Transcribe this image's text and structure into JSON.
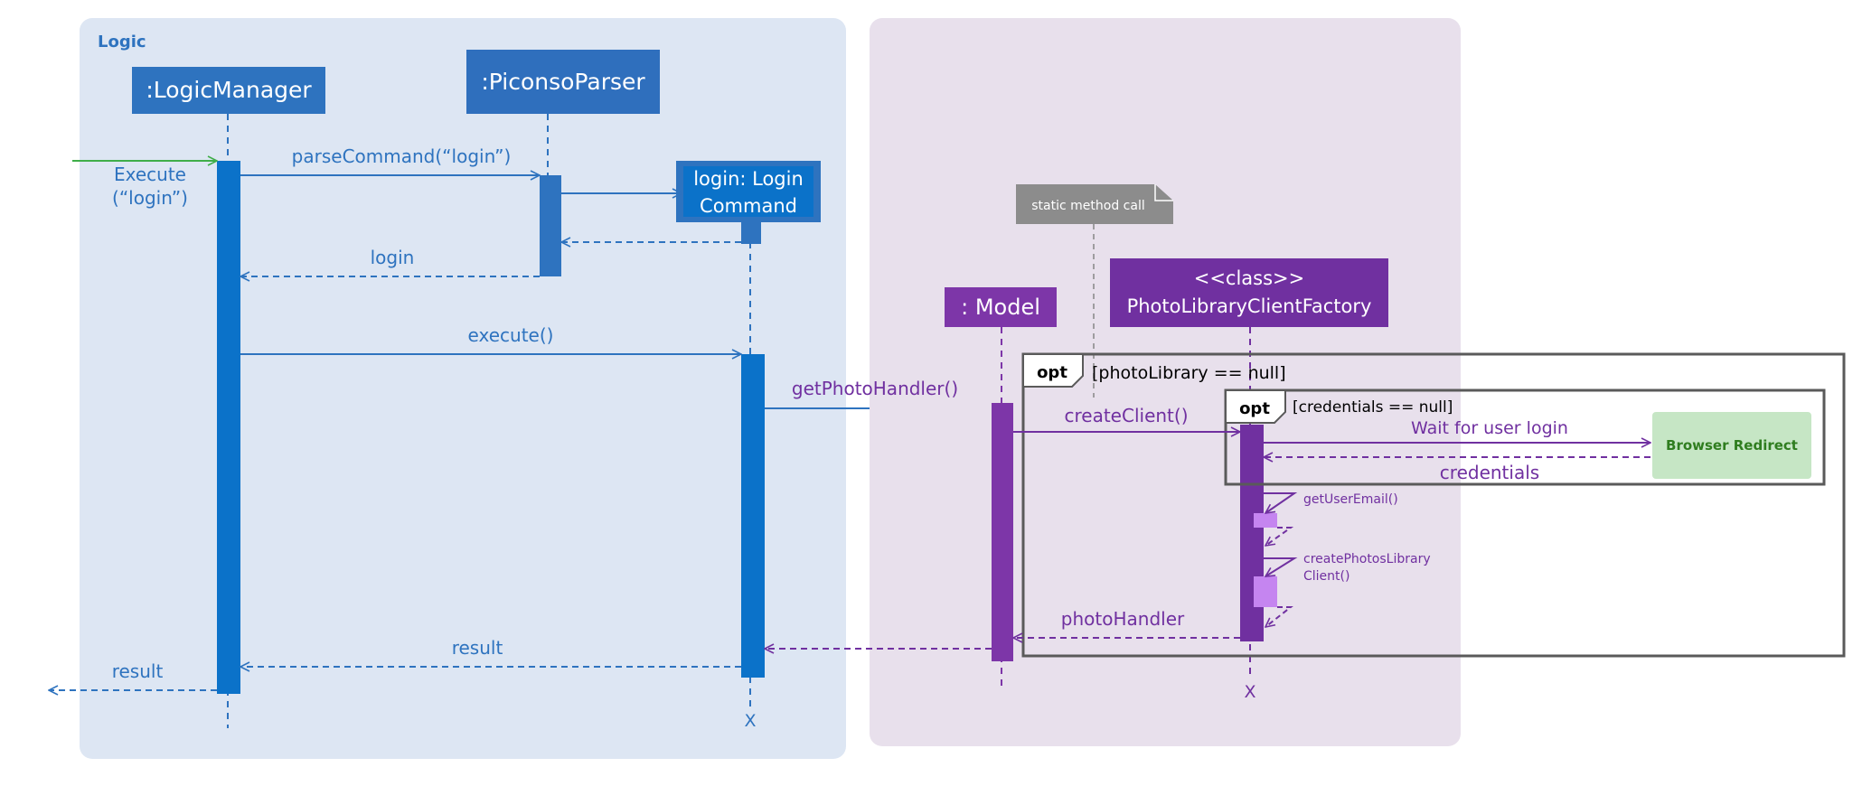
{
  "colors": {
    "logic_region": "#dde6f3",
    "model_region": "#e8e0ec",
    "logic_blue": "#2e73bf",
    "activation_blue": "#0b72c9",
    "parser_box": "#2f6fbd",
    "model_purple": "#7d36a8",
    "factory_purple": "#7030a0",
    "light_purple": "#c585f0",
    "found_message_green": "#3fae49",
    "note_gray": "#8c8c8c",
    "frame_gray": "#5a5a5a",
    "browser_box": "#c6e6c5",
    "browser_text": "#2f7d1f"
  },
  "regions": {
    "logic_label": "Logic"
  },
  "participants": {
    "logic_manager": ":LogicManager",
    "piconso_parser": ":PiconsoParser",
    "login_command_line1": "login: Login",
    "login_command_line2": "Command",
    "model": ": Model",
    "factory_line1": "<<class>>",
    "factory_line2": "PhotoLibraryClientFactory",
    "browser_redirect": "Browser Redirect"
  },
  "note": {
    "text": "static method call"
  },
  "frames": {
    "outer_opt_tag": "opt",
    "outer_opt_guard": "[photoLibrary == null]",
    "inner_opt_tag": "opt",
    "inner_opt_guard": "[credentials == null]"
  },
  "messages": {
    "execute_line1": "Execute",
    "execute_line2": "(“login”)",
    "parse_command": "parseCommand(“login”)",
    "login_return": "login",
    "execute_call": "execute()",
    "get_photo_handler": "getPhotoHandler()",
    "create_client": "createClient()",
    "wait_for_user_login": "Wait for user login",
    "credentials": "credentials",
    "get_user_email": "getUserEmail()",
    "create_photos_library_client_line1": "createPhotosLibrary",
    "create_photos_library_client_line2": "Client()",
    "photo_handler": "photoHandler",
    "result_to_manager": "result",
    "result_out": "result"
  },
  "destroy_marks": {
    "login_command": "X",
    "factory": "X"
  }
}
